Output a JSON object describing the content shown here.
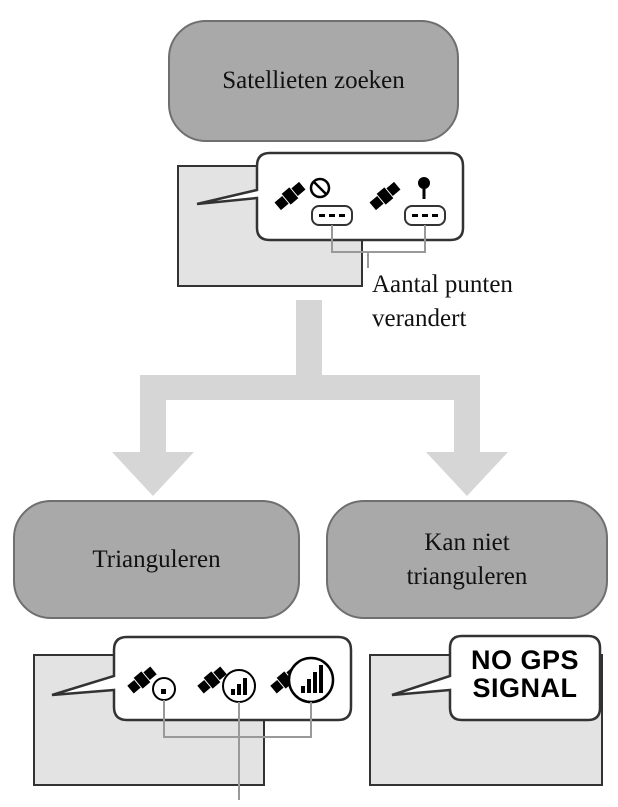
{
  "steps": {
    "searching": "Satellieten zoeken",
    "triangulating": "Trianguleren",
    "cannot_triangulate_line1": "Kan niet",
    "cannot_triangulate_line2": "trianguleren"
  },
  "annotation": {
    "line1": "Aantal punten",
    "line2": "verandert"
  },
  "display": {
    "no_gps_line1": "NO GPS",
    "no_gps_line2": "SIGNAL"
  },
  "icons": [
    "satellite-searching-icon",
    "satellite-positioning-icon",
    "satellite-signal-weak-icon",
    "satellite-signal-medium-icon",
    "satellite-signal-strong-icon"
  ],
  "colors": {
    "box_fill": "#a9a9a9",
    "screen_fill": "#e3e3e3",
    "arrow": "#d6d6d6",
    "stroke": "#333333"
  }
}
